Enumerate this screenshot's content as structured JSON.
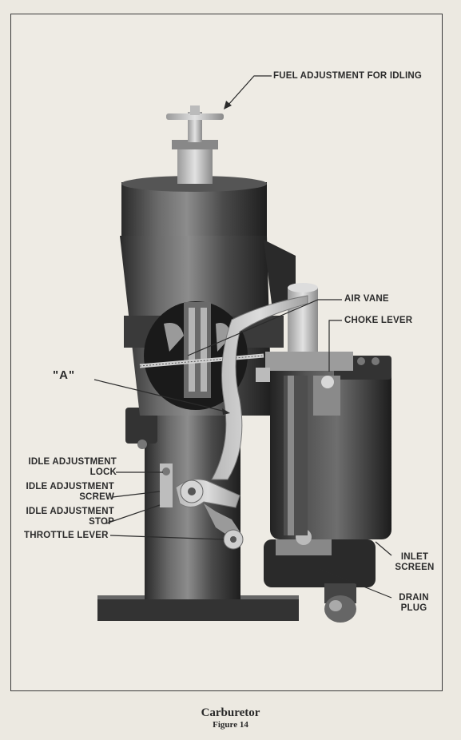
{
  "labels": {
    "fuel_adjustment": "FUEL ADJUSTMENT FOR IDLING",
    "air_vane": "AIR VANE",
    "choke_lever": "CHOKE LEVER",
    "point_a": "\"A\"",
    "idle_lock_1": "IDLE ADJUSTMENT",
    "idle_lock_2": "LOCK",
    "idle_screw_1": "IDLE ADJUSTMENT",
    "idle_screw_2": "SCREW",
    "idle_stop_1": "IDLE ADJUSTMENT",
    "idle_stop_2": "STOP",
    "throttle_lever": "THROTTLE LEVER",
    "inlet_screen_1": "INLET",
    "inlet_screen_2": "SCREEN",
    "drain_plug_1": "DRAIN",
    "drain_plug_2": "PLUG"
  },
  "caption": {
    "title": "Carburetor",
    "figure": "Figure 14"
  }
}
